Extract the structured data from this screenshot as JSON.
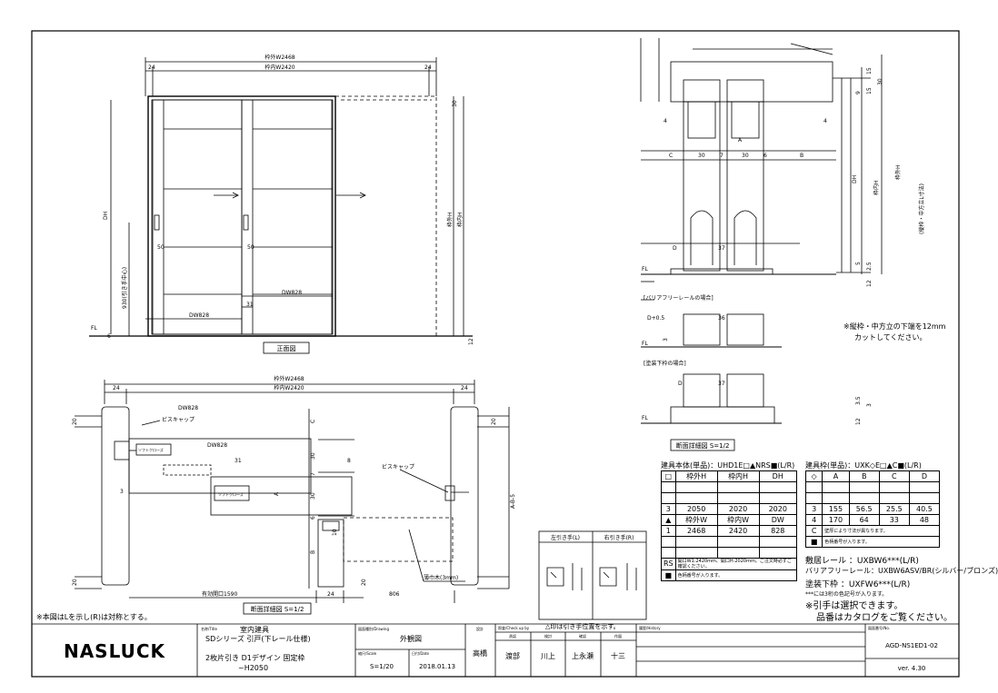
{
  "front": {
    "dim_outer": "枠外W2468",
    "dim_inner": "枠内W2420",
    "dim_side": "24",
    "dim_top30": "30",
    "dim_dh": "DH",
    "dim_frame_h": "枠外H",
    "dim_frame_inner": "枠内H",
    "dim_handle_h": "930(引き手中心)",
    "dim_50": "50",
    "dim_31": "31",
    "dim_dw": "DW828",
    "dim_12": "12",
    "dim_fl": "FL",
    "dim_6": "6",
    "caption": "正面図"
  },
  "plan": {
    "dim_outer": "枠外W2468",
    "dim_inner": "枠内W2420",
    "dim_24": "24",
    "dim_dw": "DW828",
    "dim_20": "20",
    "biscap": "ビスキャップ",
    "softclose": "ソフトクローズ",
    "dim_31": "31",
    "dim_8": "8",
    "dim_3": "3",
    "dim_c": "C",
    "dim_30": "30",
    "dim_7": "7",
    "dim_a": "A",
    "dim_6": "6",
    "dim_b": "B",
    "dim_ab": "A-B-5",
    "dim_10": "10",
    "opening": "有効開口1590",
    "dim_806": "806",
    "cloth": "薄巾木(3mm)",
    "caption": "断面詳細図 S=1/2"
  },
  "section": {
    "dim_4": "4",
    "dim_c": "C",
    "dim_30": "30",
    "dim_7": "7",
    "dim_6": "6",
    "dim_b": "B",
    "dim_a": "A",
    "dim_9": "9",
    "dim_15": "15",
    "dim_30b": "30",
    "dim_dh": "DH",
    "dim_frame_inner": "枠内H",
    "dim_frame_outer": "枠外H",
    "dim_note": "(縦枠・中方立L寸法)",
    "dim_d": "D",
    "dim_37": "37",
    "dim_5": "5",
    "dim_25": "2.5",
    "dim_12": "12",
    "dim_fl": "FL",
    "barrier": "[バリアフリーレールの場合]",
    "dim_d05": "D+0.5",
    "dim_36": "36",
    "dim_3": "3",
    "painted": "[塗装下枠の場合]",
    "dim_35": "3.5",
    "caption": "断面詳細図 S=1/2",
    "note_cut": "※縦枠・中方立の下端を12mm",
    "note_cut2": "カットしてください。"
  },
  "handles": {
    "left": "左引き手(L)",
    "right": "右引き手(R)",
    "note": "△印は引き手位置を示す。"
  },
  "table1": {
    "title": "建具本体(単品)：UHD1E□▲NRS■(L/R)",
    "h1": [
      "□",
      "枠外H",
      "枠内H",
      "DH"
    ],
    "r1": [
      "3",
      "2050",
      "2020",
      "2020"
    ],
    "h2": [
      "▲",
      "枠外W",
      "枠内W",
      "DW"
    ],
    "r2": [
      "1",
      "2468",
      "2420",
      "828"
    ],
    "rs_label": "RS",
    "rs_text": "開口W1:2420mm、開口H:2020mm。ご注文時必ずご確認ください。",
    "sq_label": "■",
    "sq_text": "色柄番号が入ります。"
  },
  "table2": {
    "title": "建具枠(単品)：UXK◇E□▲C■(L/R)",
    "h": [
      "◇",
      "A",
      "B",
      "C",
      "D"
    ],
    "r1": [
      "3",
      "155",
      "56.5",
      "25.5",
      "40.5"
    ],
    "r2": [
      "4",
      "170",
      "64",
      "33",
      "48"
    ],
    "c_label": "C",
    "c_text": "壁厚により寸法が異なります。",
    "sq_label": "■",
    "sq_text": "色柄番号が入ります。"
  },
  "rails": {
    "line1": "敷居レール ：UXBW6***(L/R)",
    "line2": "バリアフリーレール：UXBW6ASV/BR(シルバー/ブロンズ)",
    "line3": "塗装下枠 ：UXFW6***(L/R)",
    "line4": "***には3桁の色記号が入ります。",
    "line5": "※引手は選択できます。",
    "line6": "品番はカタログをご覧ください。"
  },
  "footnote": "※本図はLを示し(R)は対称とする。",
  "titleblock": {
    "logo": "NASLUCK",
    "name_label": "名称/Title",
    "name1": "室内建具",
    "name2": "SDシリーズ 引戸(下レール仕様)",
    "name3": "2枚片引き D1デザイン 固定枠",
    "name4": "~H2050",
    "drawing_label": "図面種別/Drawing",
    "drawing_value": "外観図",
    "scale_label": "縮尺/Scale",
    "scale_value": "S=1/20",
    "date_label": "日付/Date",
    "date_value": "2018.01.13",
    "design_label": "設計",
    "design_value": "高橋",
    "check_label": "照査/Check up by",
    "chk1_label": "承認",
    "chk1": "渡部",
    "chk2_label": "検討",
    "chk2": "川上",
    "chk3_label": "確認",
    "chk3": "上永瀬",
    "chk4_label": "作図",
    "chk4": "十三",
    "history_label": "履歴/History",
    "number_label": "図面番号/No.",
    "number_value": "AGD-NS1ED1-02",
    "version": "ver. 4.30"
  }
}
